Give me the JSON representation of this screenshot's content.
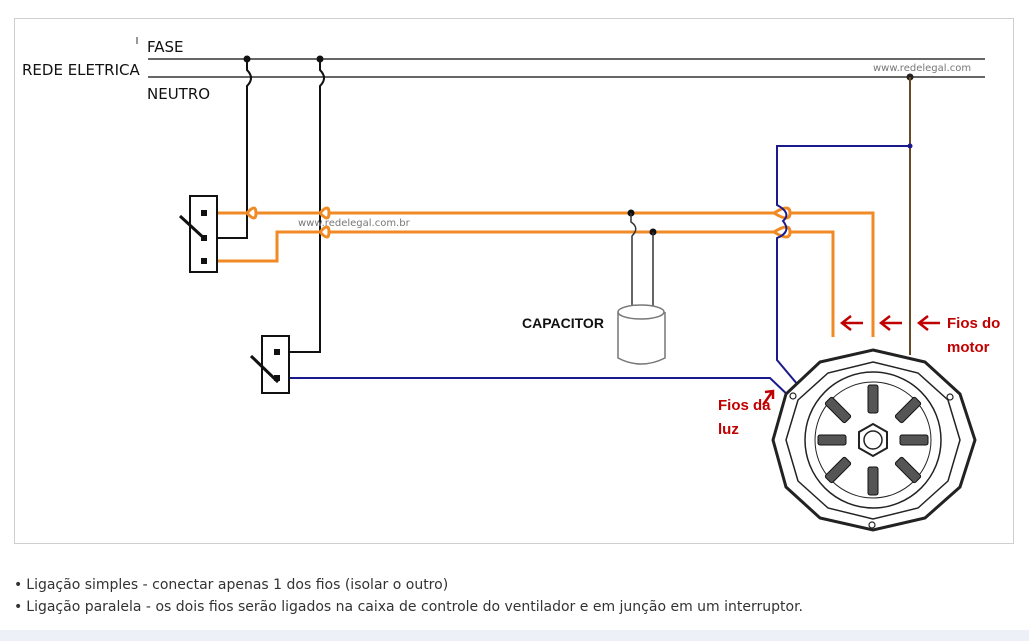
{
  "labels": {
    "fase": "FASE",
    "rede_eletrica": "REDE ELETRICA",
    "neutro": "NEUTRO",
    "watermark_top": "www.redelegal.com",
    "watermark_mid": "www.redelegal.com.br",
    "capacitor": "CAPACITOR",
    "fios_do": "Fios do",
    "motor": "motor",
    "fios_da": "Fios da",
    "luz": "luz"
  },
  "colors": {
    "fase_wire": "#222222",
    "orange_wire": "#f08a24",
    "blue_wire": "#1a1a8c",
    "brown_wire": "#5a3b1a",
    "annotation_red": "#c00000"
  },
  "notes": [
    "Ligação simples - conectar apenas 1 dos fios (isolar o outro)",
    "Ligação paralela - os dois fios serão ligados na caixa de controle do ventilador e em junção em um interruptor."
  ]
}
